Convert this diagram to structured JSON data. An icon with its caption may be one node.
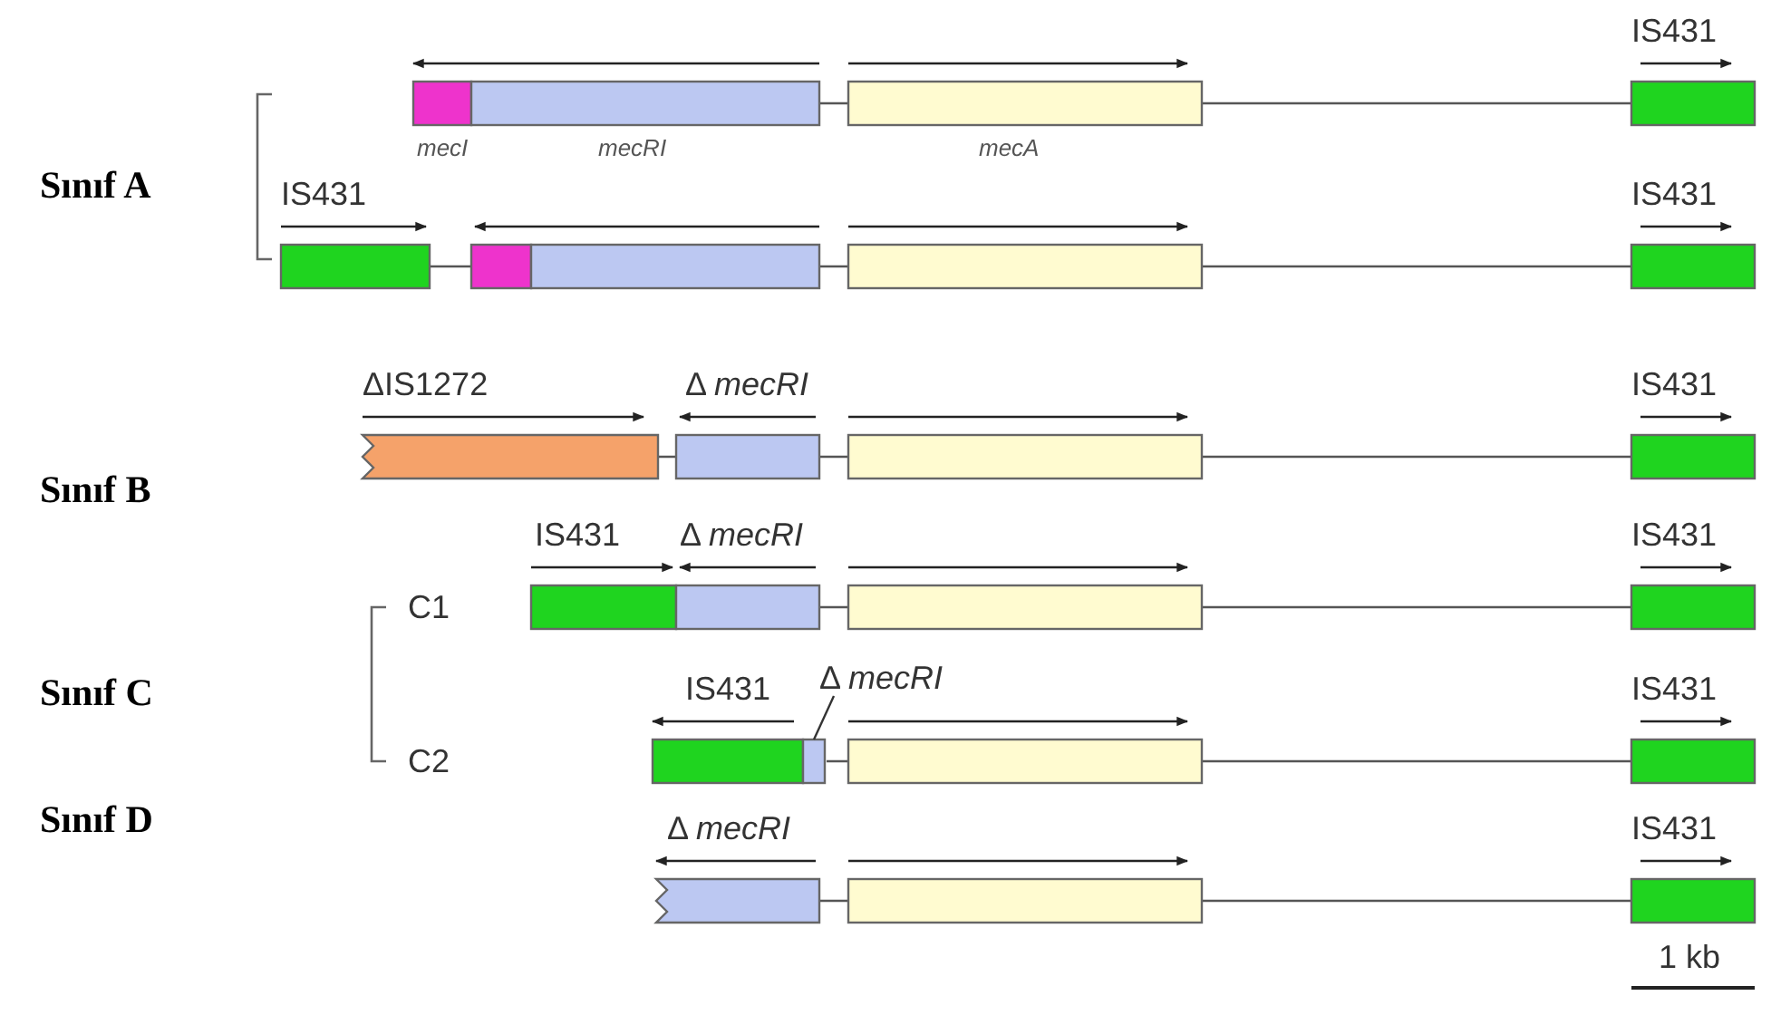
{
  "diagram": {
    "nodes": [
      {
        "text": [
          "Δ *mecRI*"
        ]
      },
      {
        "text": [],
        "shape": "box"
      }
    ],
    "edges": [
      {
        "from": 0,
        "to": 1,
        "arrow": "none"
      }
    ],
    "labels": [
      "IS431",
      "*mecI*",
      "*mecRI*",
      "*mecA*",
      "Sınıf A",
      "IS431",
      "IS431",
      "ΔIS1272",
      "Δ *mecRI*",
      "IS431",
      "Sınıf B",
      "IS431",
      "Δ *mecRI*",
      "IS431",
      "C1",
      "Sınıf C",
      "IS431",
      "IS431",
      "C2",
      "Sınıf D",
      "Δ *mecRI*",
      "IS431",
      "1 kb"
    ]
  }
}
